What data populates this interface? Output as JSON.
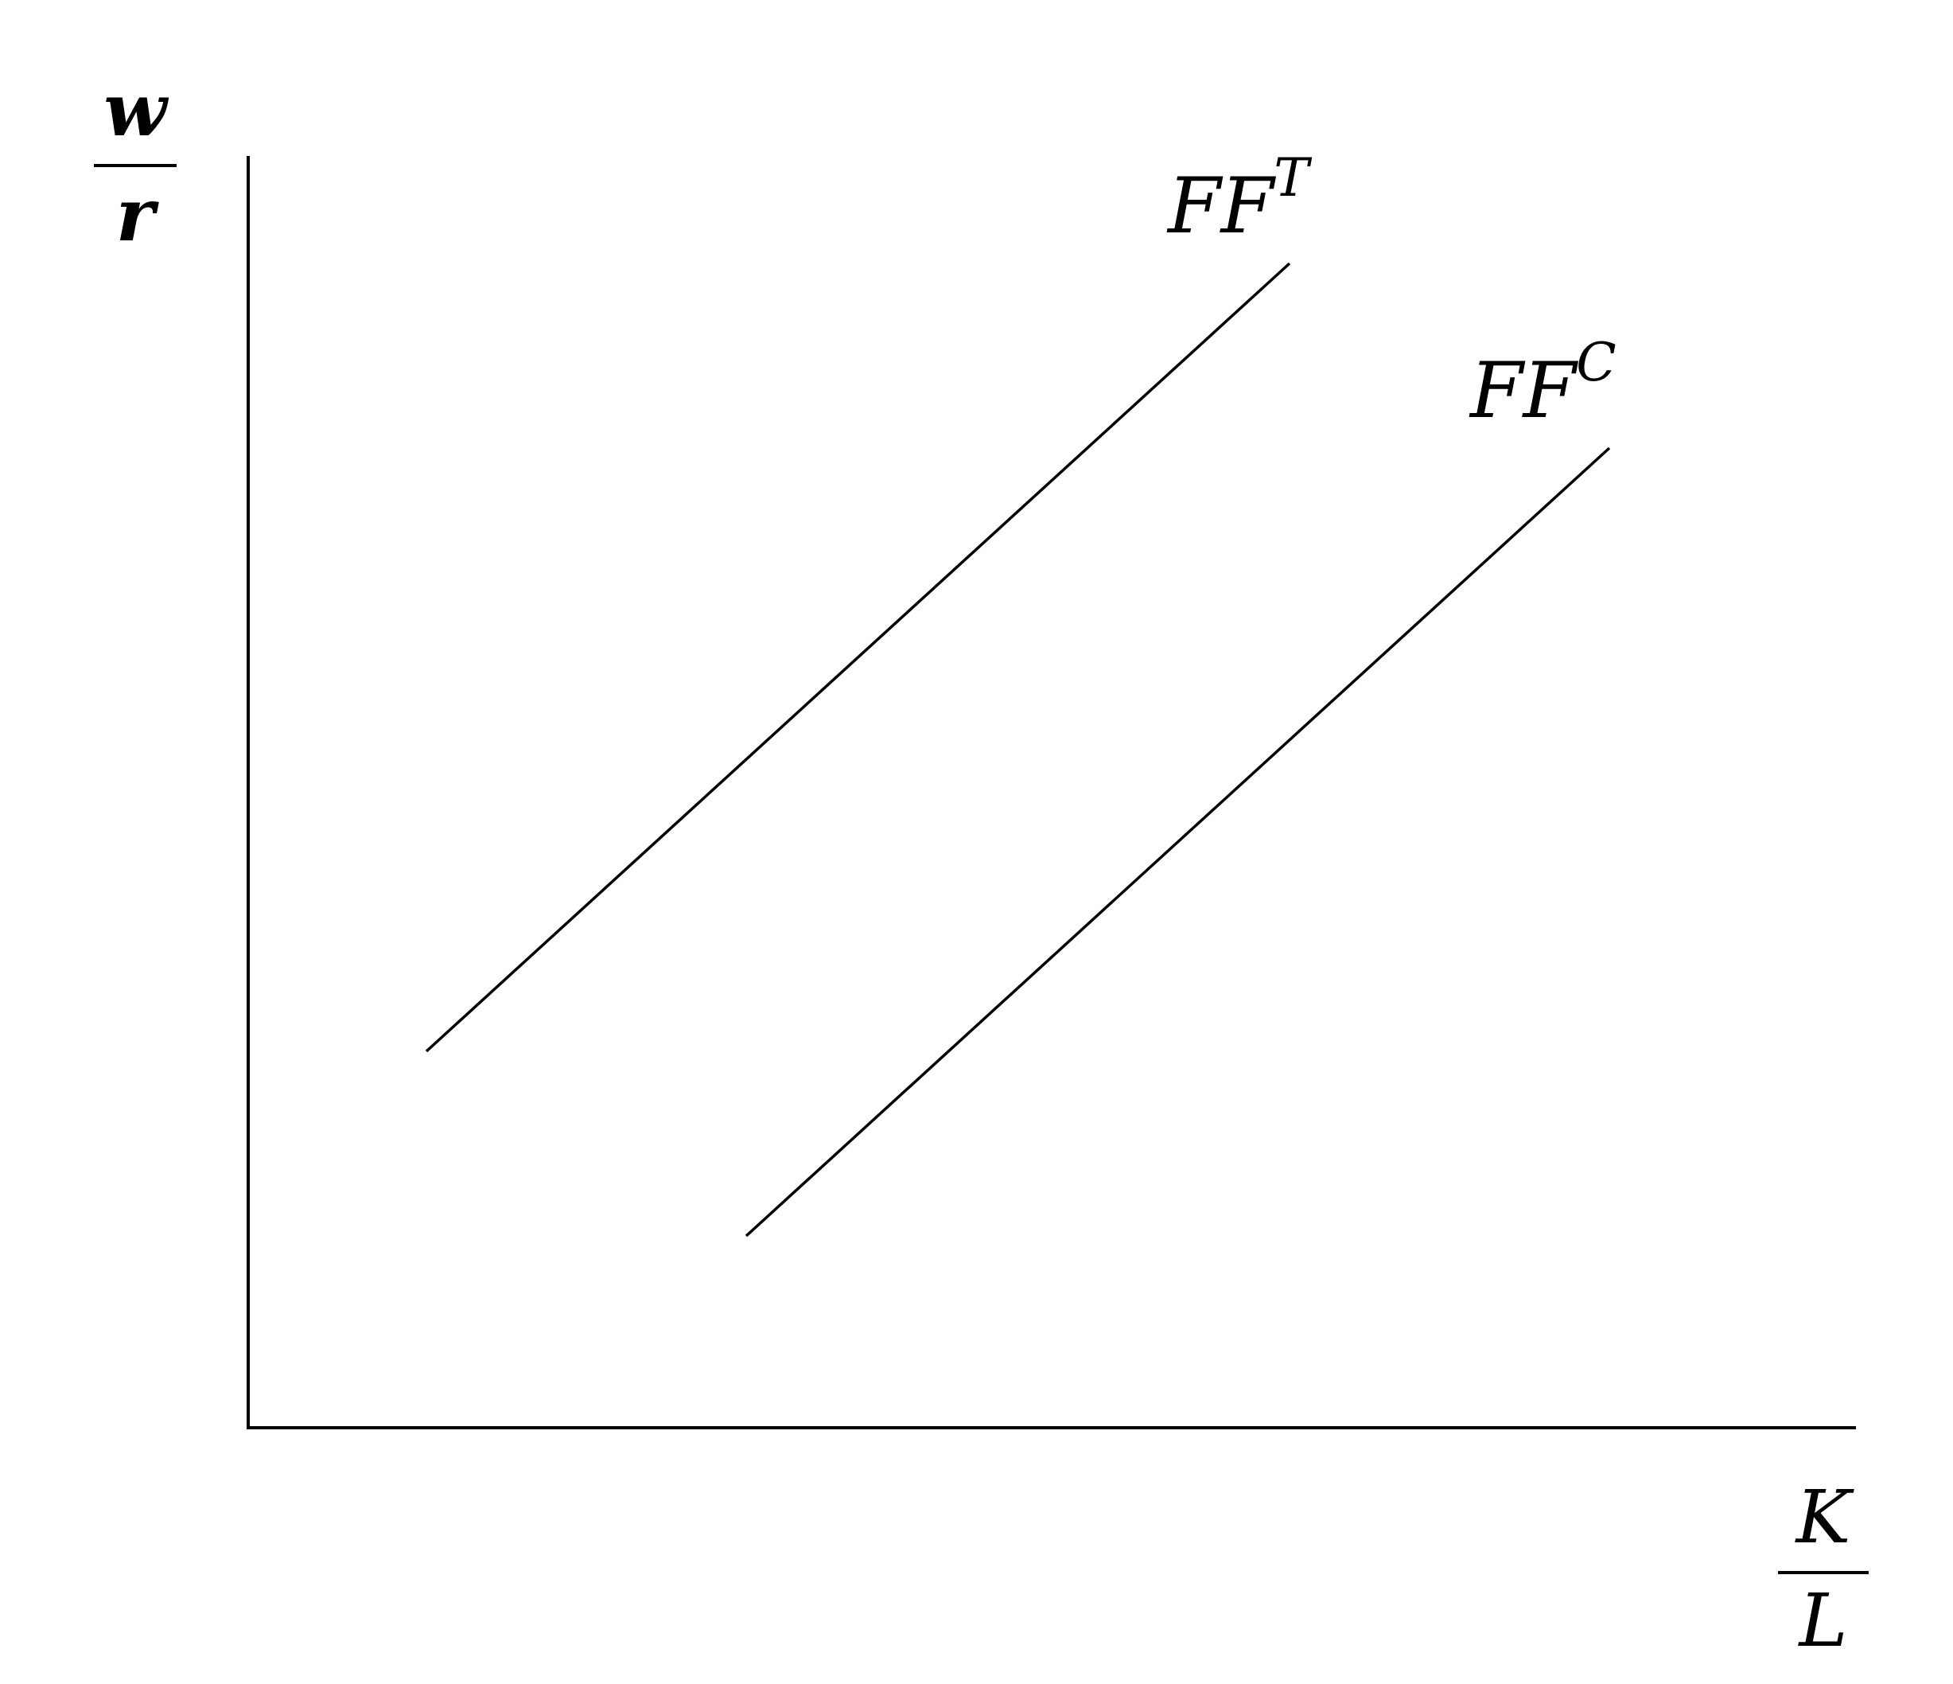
{
  "axes": {
    "y_label": {
      "numerator": "w",
      "denominator": "r"
    },
    "x_label": {
      "numerator": "K",
      "denominator": "L"
    }
  },
  "curves": [
    {
      "id": "ff-t",
      "label_base": "FF",
      "label_superscript": "T"
    },
    {
      "id": "ff-c",
      "label_base": "FF",
      "label_superscript": "C"
    }
  ],
  "colors": {
    "line": "#000000",
    "background": "#ffffff"
  }
}
